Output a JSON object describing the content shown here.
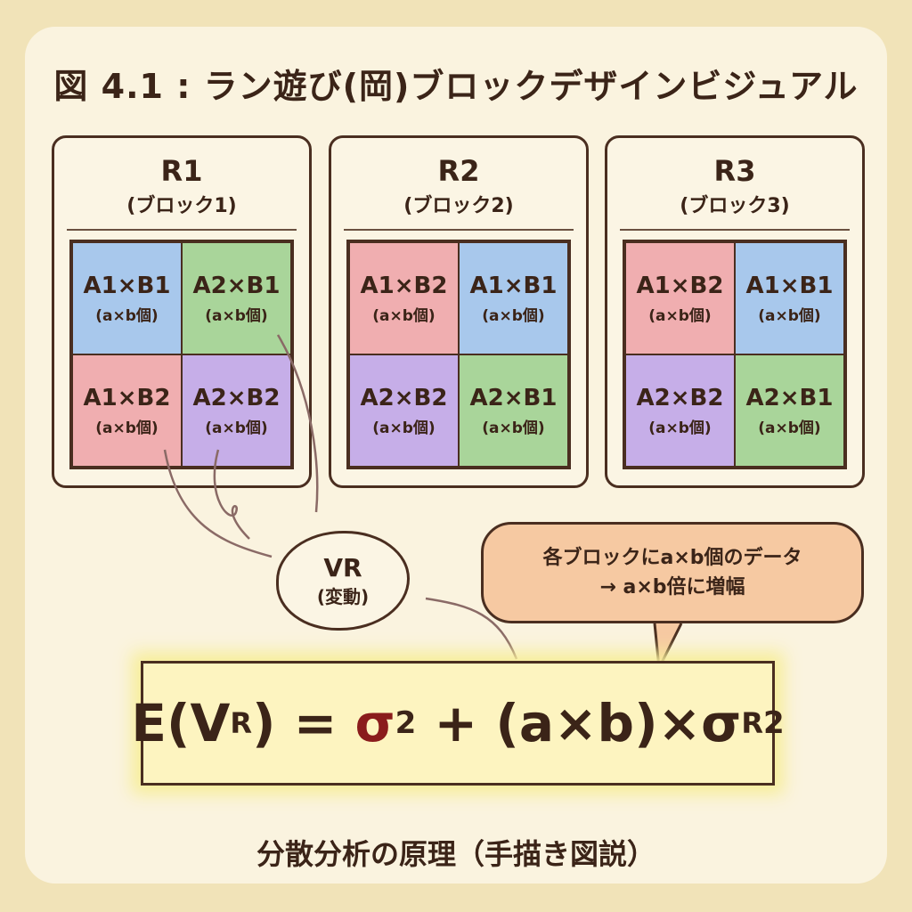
{
  "title": "図 4.1 : ラン遊び(岡)ブロックデザインビジュアル",
  "blocks": [
    {
      "name": "R1",
      "sub": "(ブロック1)",
      "cells": [
        {
          "m": "A1×B1",
          "s": "(a×b個)",
          "c": "blue"
        },
        {
          "m": "A2×B1",
          "s": "(a×b個)",
          "c": "green"
        },
        {
          "m": "A1×B2",
          "s": "(a×b個)",
          "c": "pink"
        },
        {
          "m": "A2×B2",
          "s": "(a×b個)",
          "c": "purple"
        }
      ]
    },
    {
      "name": "R2",
      "sub": "(ブロック2)",
      "cells": [
        {
          "m": "A1×B2",
          "s": "(a×b個)",
          "c": "pink"
        },
        {
          "m": "A1×B1",
          "s": "(a×b個)",
          "c": "blue"
        },
        {
          "m": "A2×B2",
          "s": "(a×b個)",
          "c": "purple"
        },
        {
          "m": "A2×B1",
          "s": "(a×b個)",
          "c": "green"
        }
      ]
    },
    {
      "name": "R3",
      "sub": "(ブロック3)",
      "cells": [
        {
          "m": "A1×B2",
          "s": "(a×b個)",
          "c": "pink"
        },
        {
          "m": "A1×B1",
          "s": "(a×b個)",
          "c": "blue"
        },
        {
          "m": "A2×B2",
          "s": "(a×b個)",
          "c": "purple"
        },
        {
          "m": "A2×B1",
          "s": "(a×b個)",
          "c": "green"
        }
      ]
    }
  ],
  "cloud": {
    "main": "VR",
    "sub": "(変動)"
  },
  "bubble": {
    "line1": "各ブロックにa×b個のデータ",
    "line2": "→ a×b倍に増幅"
  },
  "formula": {
    "lhs": "E(V",
    "lhs_sub": "R",
    "lhs_end": ")",
    "eq": " = ",
    "sigma": "σ",
    "sq": "2",
    "plus": " + ",
    "ab": "(a×b)×σ",
    "sub_r": "R",
    "sq2": "2"
  },
  "footer": "分散分析の原理（手描き図説）"
}
